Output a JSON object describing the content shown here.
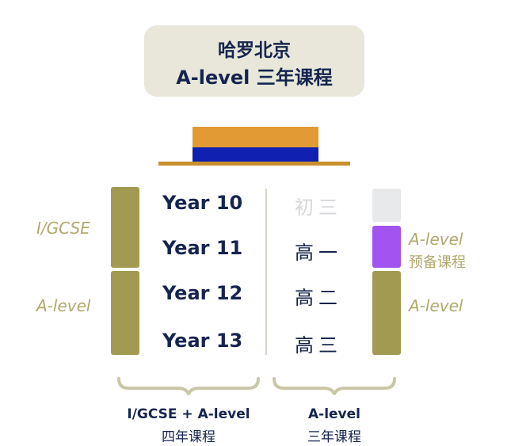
{
  "title": {
    "line1": "哈罗北京",
    "line2": "A-level 三年课程"
  },
  "colors": {
    "navy": "#15244f",
    "olive": "#a39a52",
    "orange": "#e29a35",
    "blue": "#1020b0",
    "purple": "#a253f0",
    "gray": "#e8e9ea"
  },
  "years": [
    {
      "en": "Year 10",
      "cn": "初三",
      "muted": true
    },
    {
      "en": "Year 11",
      "cn": "高一"
    },
    {
      "en": "Year 12",
      "cn": "高二"
    },
    {
      "en": "Year 13",
      "cn": "高三"
    }
  ],
  "left_labels": [
    "I/GCSE",
    "A-level"
  ],
  "right_labels": {
    "prep_line1": "A-level",
    "prep_line2": "预备课程",
    "alevel": "A-level"
  },
  "bottom": {
    "left_line1": "I/GCSE + A-level",
    "left_line2": "四年课程",
    "right_line1": "A-level",
    "right_line2": "三年课程"
  }
}
